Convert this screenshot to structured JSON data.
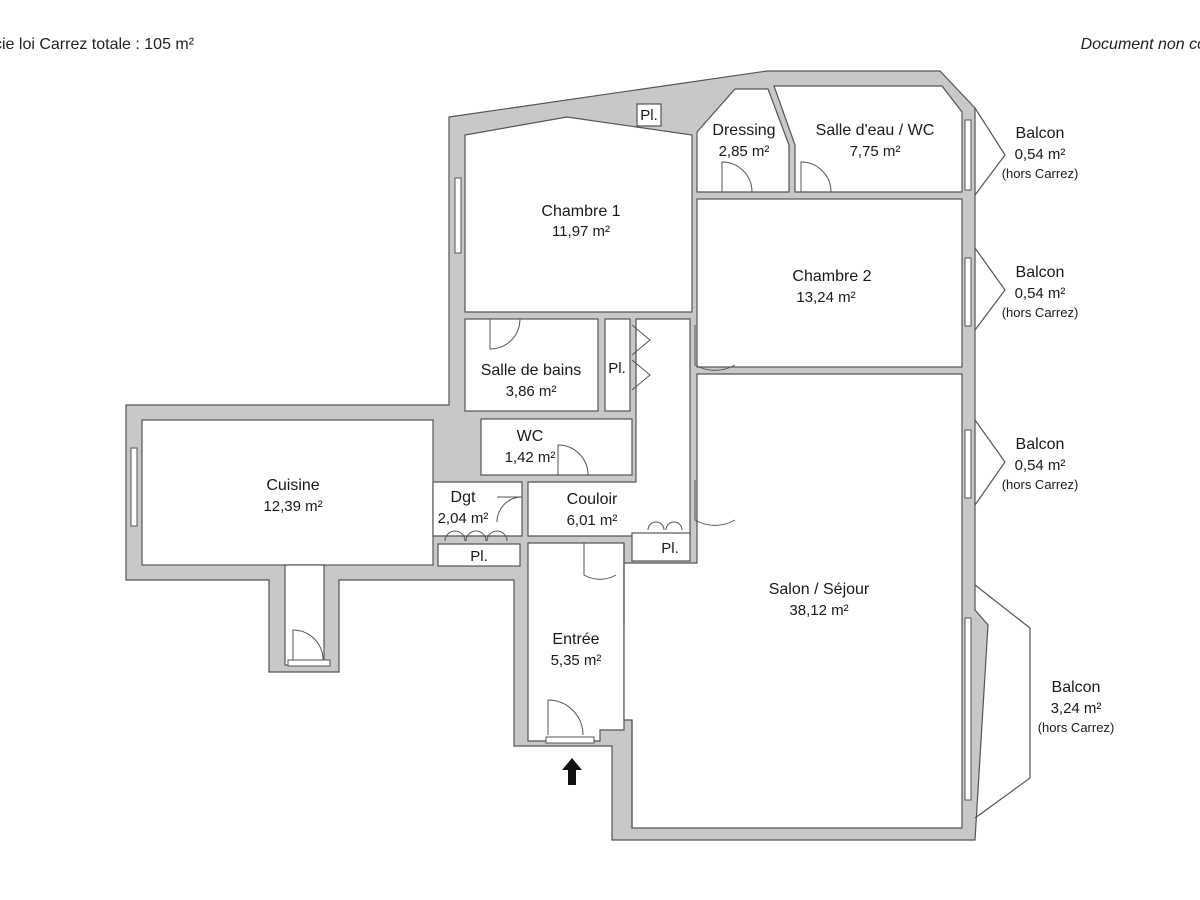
{
  "header": {
    "total_area_text": "cie loi Carrez totale :  105 m²",
    "disclaimer_text": "Document non co"
  },
  "rooms": {
    "chambre1": {
      "name": "Chambre 1",
      "area": "11,97 m²"
    },
    "dressing": {
      "name": "Dressing",
      "area": "2,85 m²"
    },
    "salle_eau": {
      "name": "Salle d'eau / WC",
      "area": "7,75 m²"
    },
    "chambre2": {
      "name": "Chambre 2",
      "area": "13,24 m²"
    },
    "salle_bains": {
      "name": "Salle de bains",
      "area": "3,86 m²"
    },
    "wc": {
      "name": "WC",
      "area": "1,42 m²"
    },
    "cuisine": {
      "name": "Cuisine",
      "area": "12,39 m²"
    },
    "dgt": {
      "name": "Dgt",
      "area": "2,04 m²"
    },
    "couloir": {
      "name": "Couloir",
      "area": "6,01 m²"
    },
    "entree": {
      "name": "Entrée",
      "area": "5,35 m²"
    },
    "salon": {
      "name": "Salon / Séjour",
      "area": "38,12 m²"
    }
  },
  "balconies": [
    {
      "name": "Balcon",
      "area": "0,54 m²",
      "note": "(hors Carrez)"
    },
    {
      "name": "Balcon",
      "area": "0,54 m²",
      "note": "(hors Carrez)"
    },
    {
      "name": "Balcon",
      "area": "0,54 m²",
      "note": "(hors Carrez)"
    },
    {
      "name": "Balcon",
      "area": "3,24 m²",
      "note": "(hors Carrez)"
    }
  ],
  "closets": {
    "pl_top": "Pl.",
    "pl_mid": "Pl.",
    "pl_dgt": "Pl.",
    "pl_couloir": "Pl."
  },
  "colors": {
    "wall_fill": "#c8c8c8",
    "wall_stroke": "#555555",
    "room_fill": "#ffffff"
  }
}
